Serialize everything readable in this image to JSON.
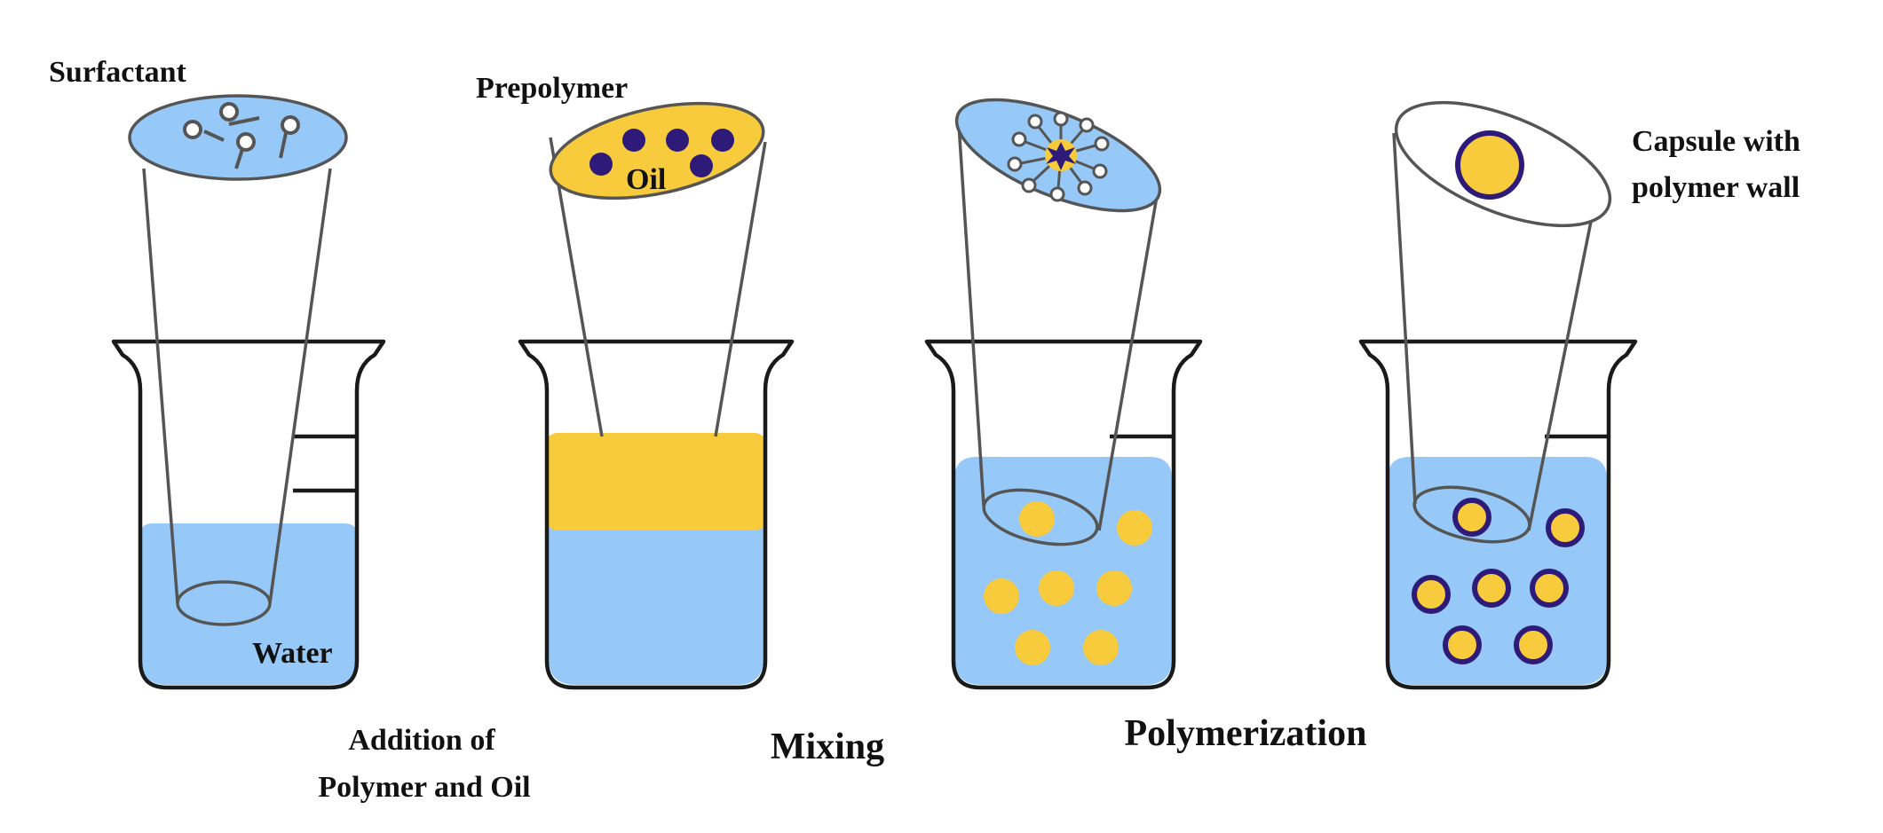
{
  "labels": {
    "surfactant": "Surfactant",
    "water": "Water",
    "prepolymer": "Prepolymer",
    "oil": "Oil",
    "capsule_line1": "Capsule with",
    "capsule_line2": "polymer wall",
    "step_addition_line1": "Addition of",
    "step_addition_line2": "Polymer and Oil",
    "step_mixing": "Mixing",
    "step_polymerization": "Polymerization"
  },
  "colors": {
    "water": "#97c9f8",
    "oil": "#f8cb3c",
    "prepolymer": "#2e1a78",
    "outline": "#1a1a1a",
    "cone": "#555555",
    "surfactant_head": "#ffffff",
    "capsule_lens": "#ffffff"
  },
  "beakers": [
    {
      "stage": "water with surfactant",
      "contents": [
        "water"
      ]
    },
    {
      "stage": "oil layer on water",
      "contents": [
        "oil",
        "water"
      ]
    },
    {
      "stage": "oil droplets in water",
      "contents": [
        "water",
        "oil droplets"
      ]
    },
    {
      "stage": "capsules in water",
      "contents": [
        "water",
        "capsules"
      ]
    }
  ]
}
